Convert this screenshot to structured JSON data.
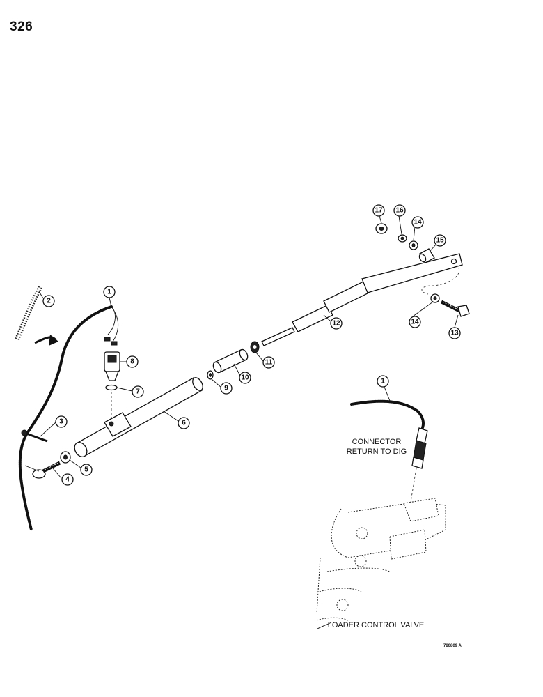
{
  "page_number": "326",
  "callouts": [
    "1",
    "2",
    "3",
    "4",
    "5",
    "6",
    "7",
    "8",
    "9",
    "10",
    "11",
    "12",
    "13",
    "14",
    "15",
    "16",
    "17"
  ],
  "labels": {
    "connector_line1": "CONNECTOR",
    "connector_line2": "RETURN TO DIG",
    "valve": "LOADER CONTROL VALVE"
  },
  "reference_code": "780809 A"
}
